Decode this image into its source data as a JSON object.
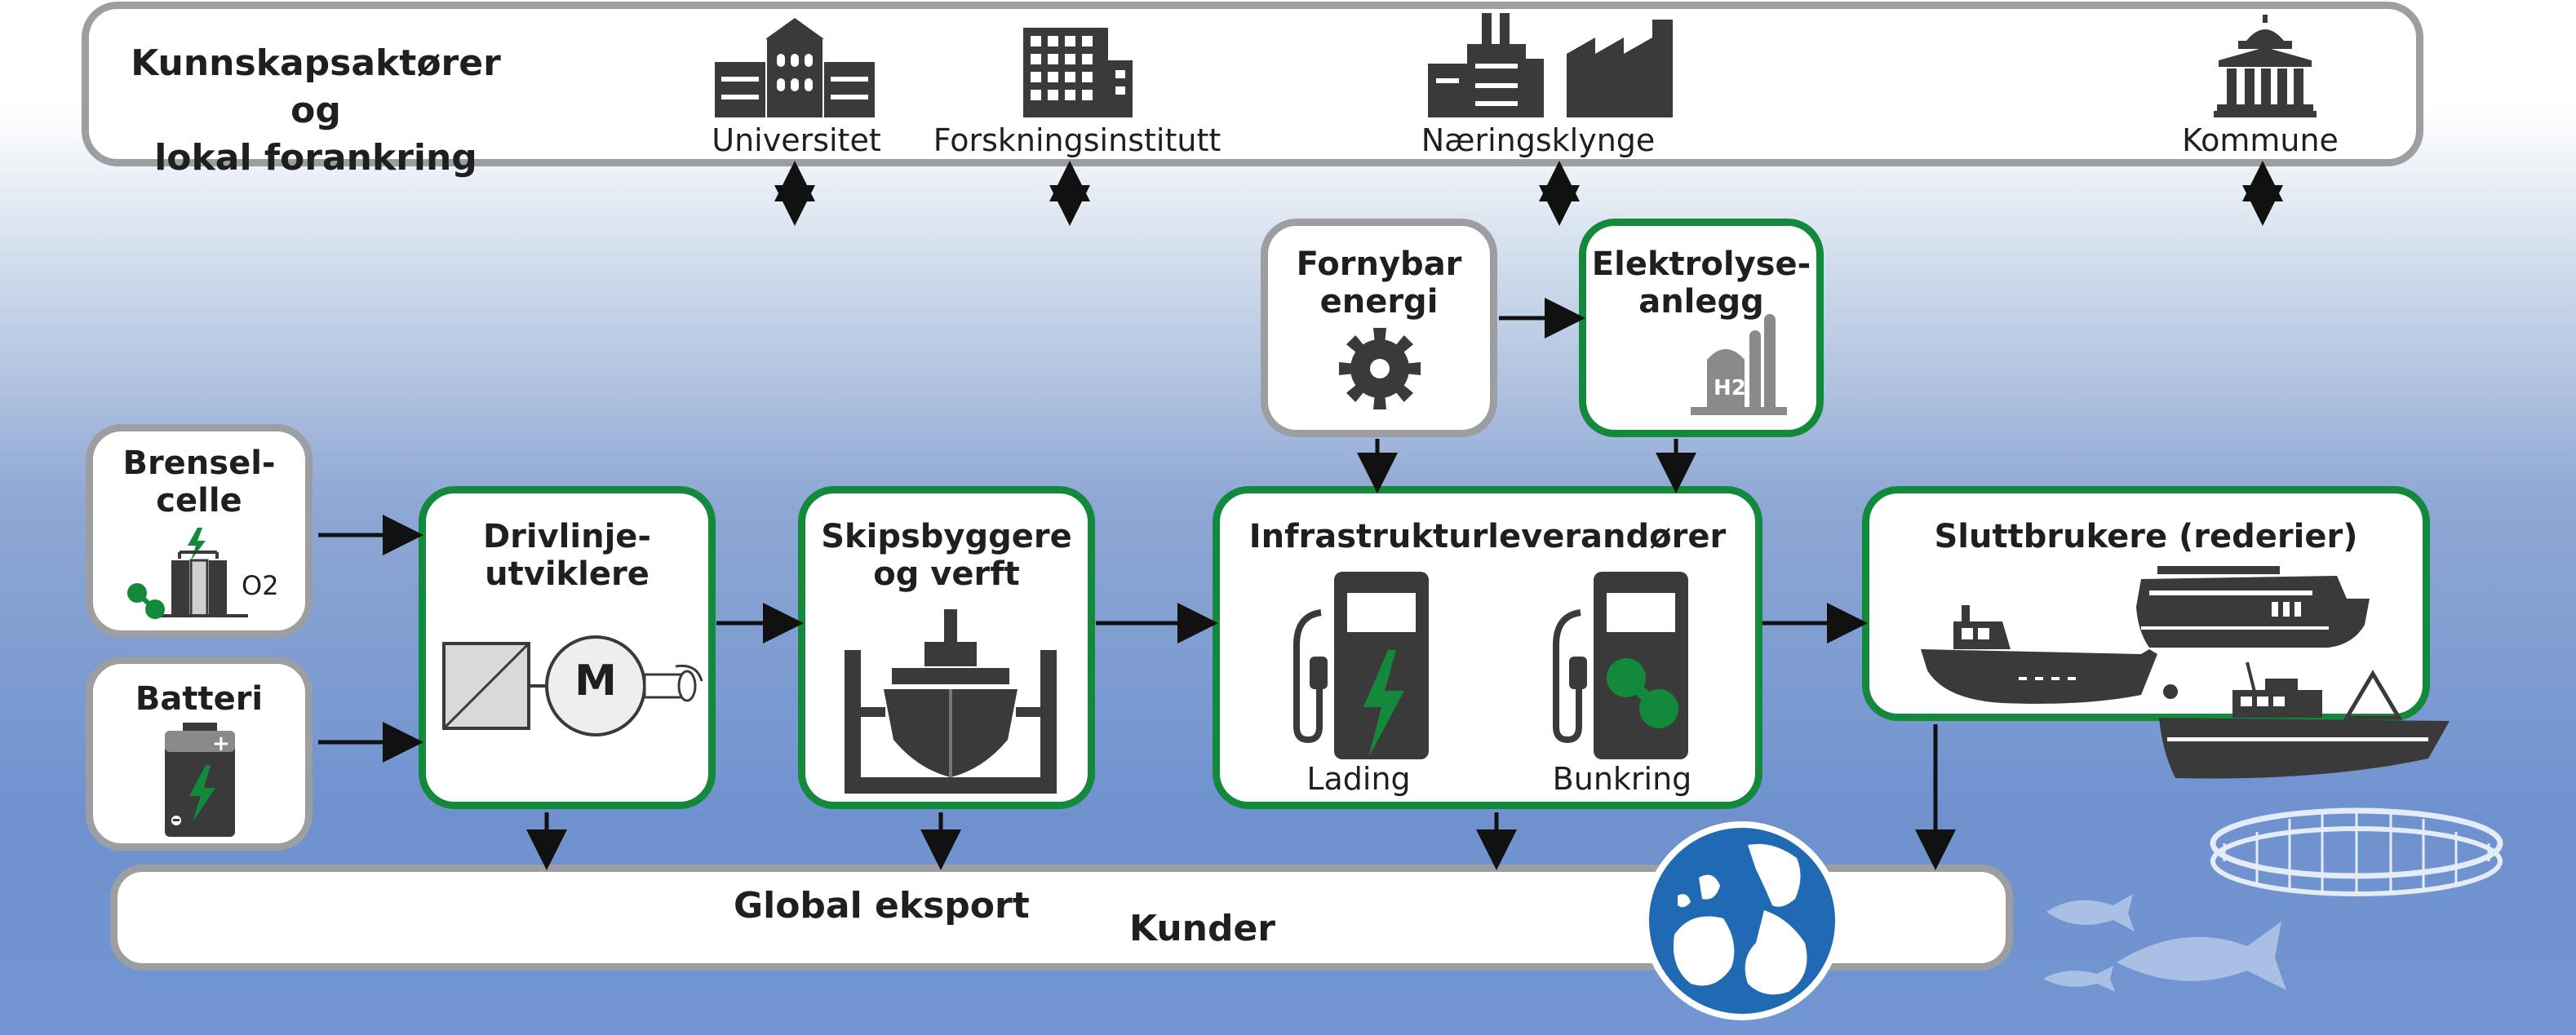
{
  "knowledge": {
    "title_line1": "Kunnskapsaktører og",
    "title_line2": "lokal forankring",
    "actors": [
      "Universitet",
      "Forskningsinstitutt",
      "Næringsklynge",
      "Kommune"
    ]
  },
  "energy": {
    "renewable_line1": "Fornybar",
    "renewable_line2": "energi",
    "electrolysis_line1": "Elektrolyse-",
    "electrolysis_line2": "anlegg",
    "h2_label": "H2"
  },
  "inputs": {
    "fuel_cell_line1": "Brensel-",
    "fuel_cell_line2": "celle",
    "o2_label": "O2",
    "battery": "Batteri"
  },
  "chain": {
    "drivetrain_line1": "Drivlinje-",
    "drivetrain_line2": "utviklere",
    "motor_label": "M",
    "shipbuilders_line1": "Skipsbyggere",
    "shipbuilders_line2": "og verft",
    "infrastructure": "Infrastrukturleverandører",
    "charging": "Lading",
    "bunkering": "Bunkring",
    "end_users": "Sluttbrukere (rederier)"
  },
  "market": {
    "global_export": "Global eksport",
    "customers": "Kunder"
  },
  "colors": {
    "green": "#13893b",
    "grey_border": "#9c9ea1",
    "dark_icon": "#3a3a3a",
    "ocean": "#1f6ab3"
  }
}
